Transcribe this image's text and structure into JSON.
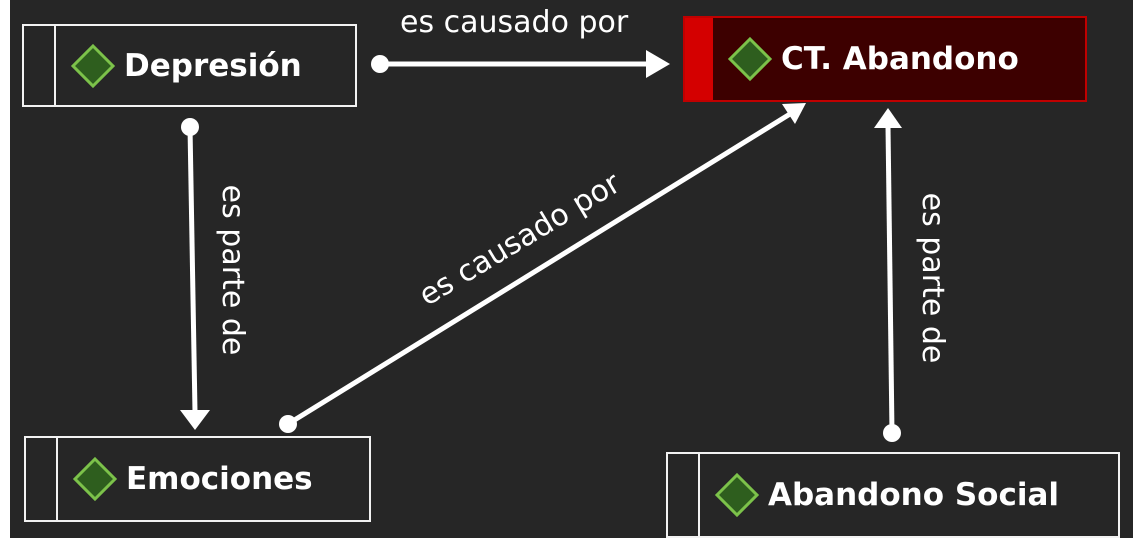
{
  "colors": {
    "background": "#262626",
    "node_border": "#f2f2f2",
    "edge": "#ffffff",
    "selected_fill": "#3d0000",
    "selected_border": "#c00000",
    "selected_strip": "#d40000",
    "icon_fill": "#2e5e1e",
    "icon_stroke": "#7cc24a"
  },
  "nodes": {
    "depresion": {
      "label": "Depresión",
      "icon": "green-diamond-icon"
    },
    "ct_abandono": {
      "label": "CT. Abandono",
      "icon": "green-diamond-icon",
      "selected": true
    },
    "emociones": {
      "label": "Emociones",
      "icon": "green-diamond-icon"
    },
    "abandono_social": {
      "label": "Abandono Social",
      "icon": "green-diamond-icon"
    }
  },
  "edges": {
    "depresion_ct": {
      "label": "es causado por",
      "from": "Depresión",
      "to": "CT. Abandono"
    },
    "depresion_emociones": {
      "label": "es parte de",
      "from": "Depresión",
      "to": "Emociones"
    },
    "emociones_ct": {
      "label": "es causado por",
      "from": "Emociones",
      "to": "CT. Abandono"
    },
    "social_ct": {
      "label": "es parte de",
      "from": "Abandono Social",
      "to": "CT. Abandono"
    }
  }
}
